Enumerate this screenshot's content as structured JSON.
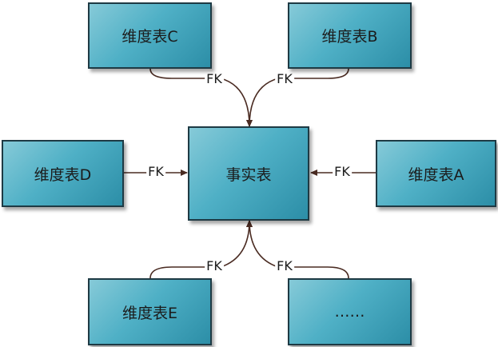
{
  "nodes": {
    "fact": {
      "label": "事实表"
    },
    "dim_a": {
      "label": "维度表A"
    },
    "dim_b": {
      "label": "维度表B"
    },
    "dim_c": {
      "label": "维度表C"
    },
    "dim_d": {
      "label": "维度表D"
    },
    "dim_e": {
      "label": "维度表E"
    },
    "dim_more": {
      "label": "……"
    }
  },
  "edges": [
    {
      "from": "dim_c",
      "to": "fact",
      "label": "FK"
    },
    {
      "from": "dim_b",
      "to": "fact",
      "label": "FK"
    },
    {
      "from": "dim_d",
      "to": "fact",
      "label": "FK"
    },
    {
      "from": "dim_a",
      "to": "fact",
      "label": "FK"
    },
    {
      "from": "dim_e",
      "to": "fact",
      "label": "FK"
    },
    {
      "from": "dim_more",
      "to": "fact",
      "label": "FK"
    }
  ],
  "colors": {
    "box_fill": "#4fb0c6",
    "box_border": "#1e3a44",
    "arrow": "#4a2b22"
  }
}
